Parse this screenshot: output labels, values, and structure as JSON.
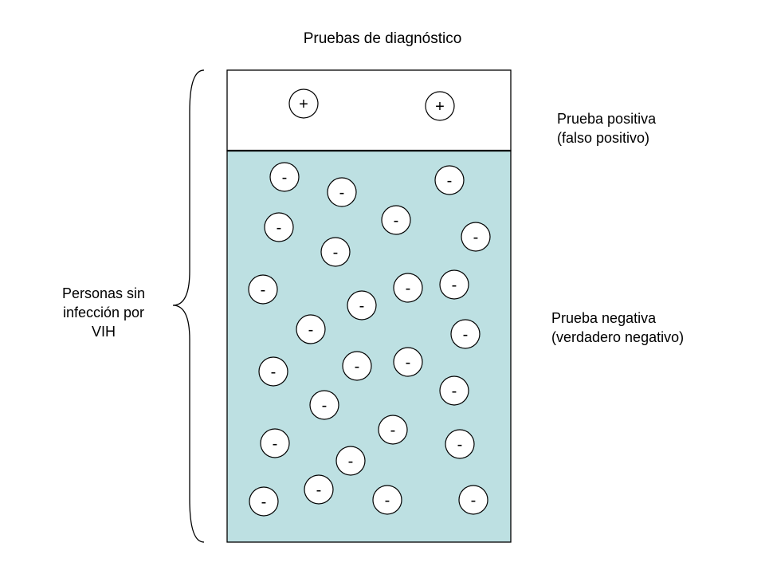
{
  "title": "Pruebas de diagnóstico",
  "left_label": [
    "Personas sin",
    "infección por",
    "VIH"
  ],
  "right_labels": {
    "positive": [
      "Prueba positiva",
      "(falso positivo)"
    ],
    "negative": [
      "Prueba negativa",
      "(verdadero negativo)"
    ]
  },
  "colors": {
    "negative_region": "#bde0e2",
    "positive_region": "#ffffff",
    "circle_fill": "#ffffff",
    "stroke": "#000000"
  },
  "symbols": {
    "positive": "+",
    "negative": "-"
  }
}
